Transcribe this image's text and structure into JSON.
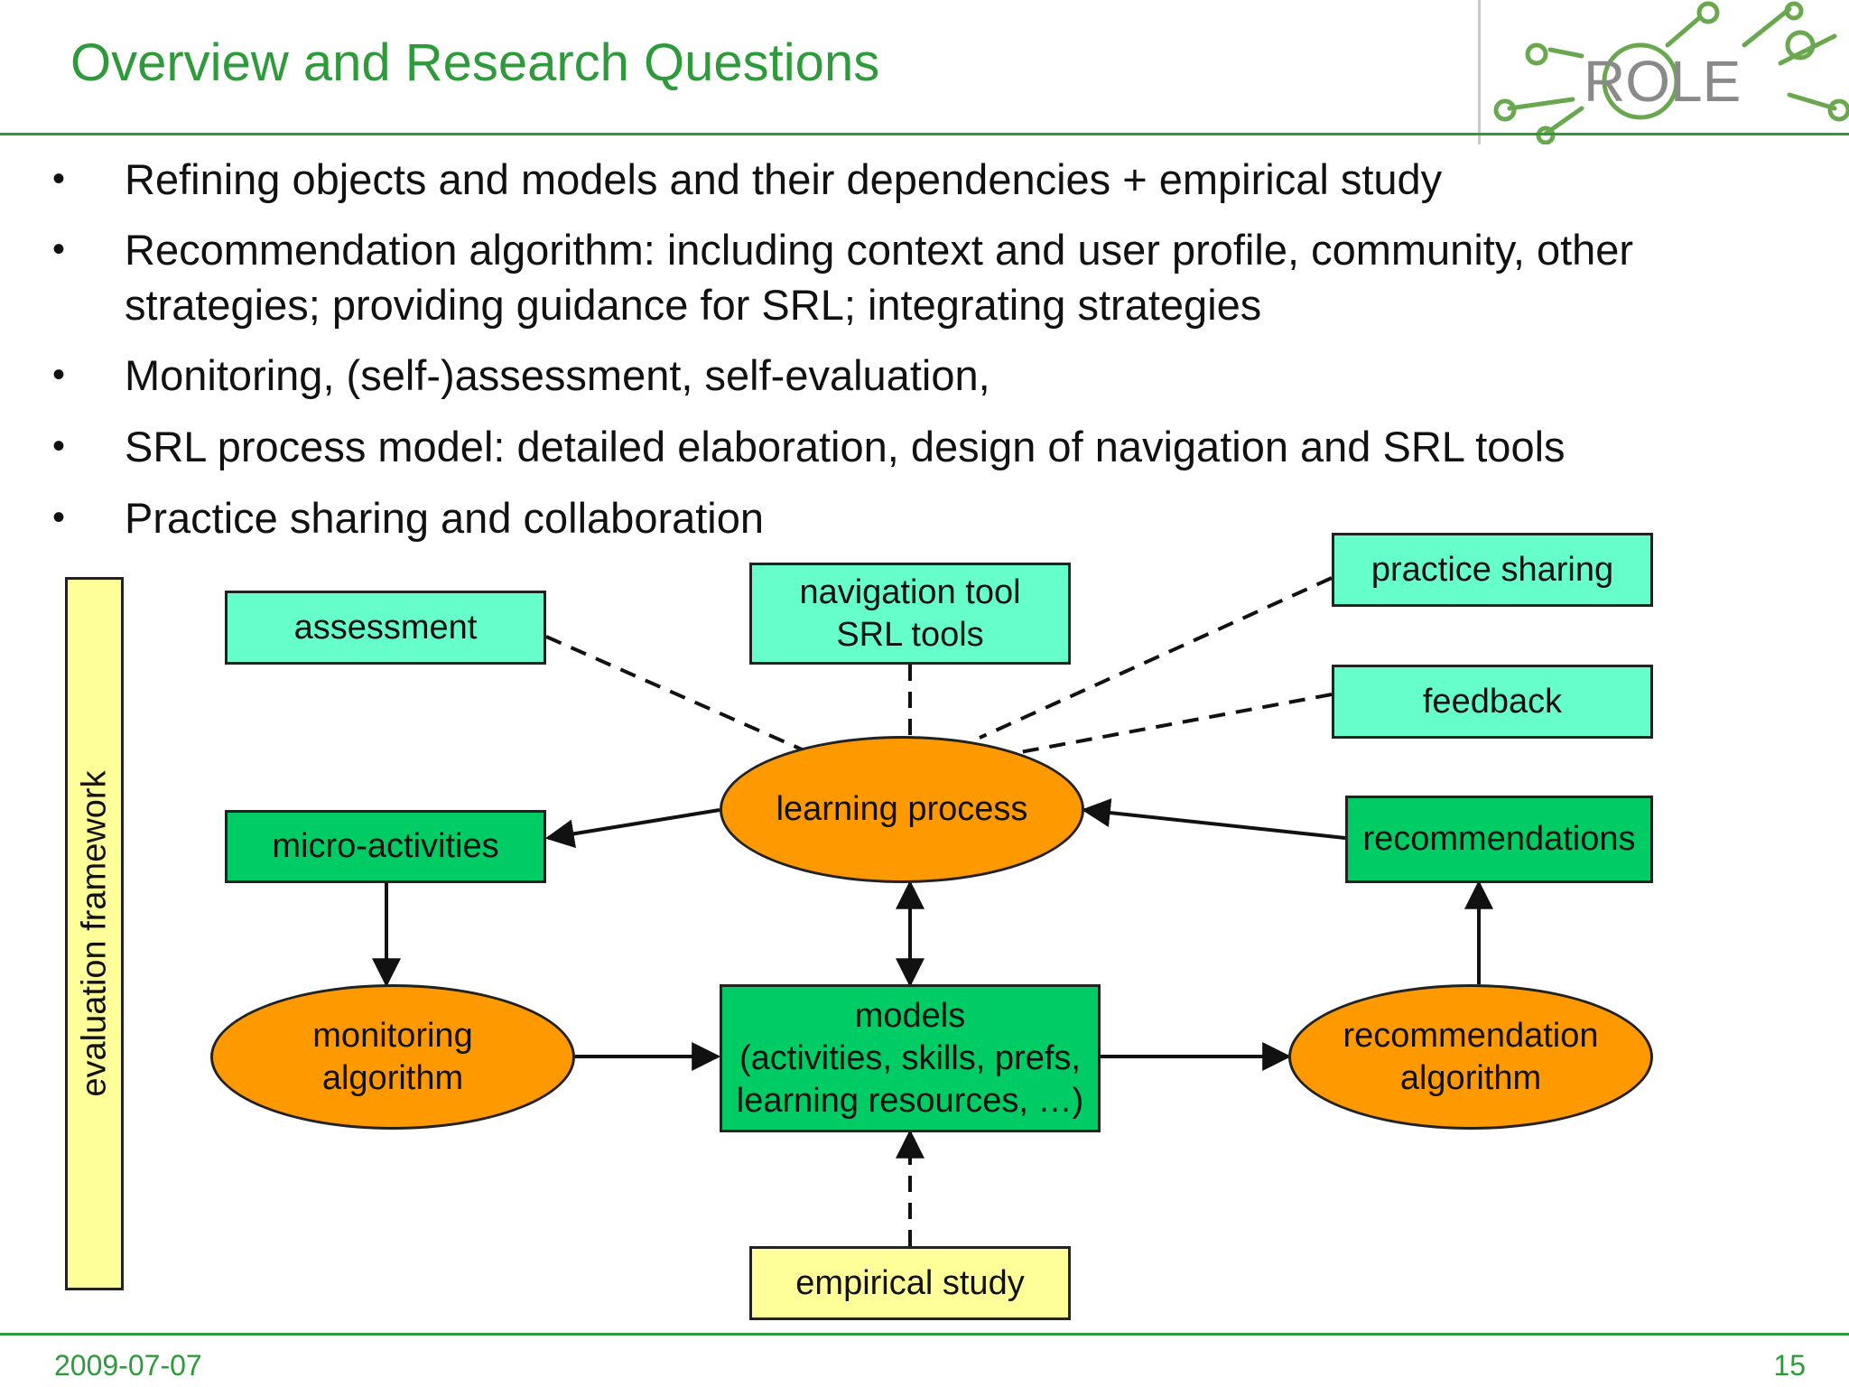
{
  "slide": {
    "title": "Overview and Research Questions",
    "logo_text": "ROLE",
    "bullets": [
      "Refining objects and models and their dependencies + empirical study",
      "Recommendation algorithm: including context and user profile, community, other\nstrategies; providing guidance for SRL; integrating strategies",
      "Monitoring, (self-)assessment, self-evaluation,",
      "SRL process model: detailed elaboration, design of navigation and SRL tools",
      "Practice sharing and collaboration"
    ],
    "bullet_symbol": "•"
  },
  "diagram": {
    "evaluation_framework": "evaluation framework",
    "assessment": "assessment",
    "navigation_tool": "navigation tool\nSRL tools",
    "practice_sharing": "practice sharing",
    "feedback": "feedback",
    "learning_process": "learning process",
    "micro_activities": "micro-activities",
    "recommendations": "recommendations",
    "monitoring_algorithm": "monitoring\nalgorithm",
    "models": "models\n(activities, skills, prefs,\nlearning resources, …)",
    "recommendation_algorithm": "recommendation\nalgorithm",
    "empirical_study": "empirical study",
    "colors": {
      "aqua_box": "#66ffcc",
      "green_box": "#00cc66",
      "orange_ellipse": "#ff9900",
      "yellow_box": "#ffff99",
      "title_green": "#2f9a3c"
    }
  },
  "footer": {
    "date": "2009-07-07",
    "page": "15"
  }
}
